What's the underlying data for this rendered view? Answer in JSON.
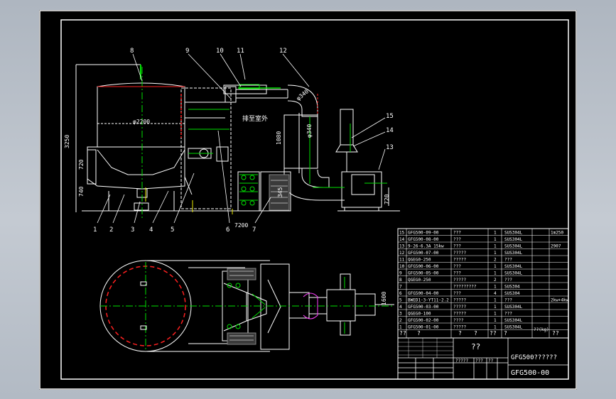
{
  "drawing": {
    "part_labels": [
      "8",
      "9",
      "10",
      "11",
      "12",
      "15",
      "14",
      "13",
      "1",
      "2",
      "3",
      "4",
      "5",
      "6",
      "7"
    ],
    "dimensions": {
      "vessel_dia": "φ2200",
      "height_total": "3250",
      "height_mid": "720",
      "height_low": "740",
      "duct_len": "1080",
      "pipe_dia": "φ340",
      "pipe_dia2": "φ340",
      "duct_right": "345",
      "floor_len": "7200",
      "fan_h": "720",
      "plan_w": "1600"
    },
    "exhaust_note": "排至室外"
  },
  "parts_list": {
    "rows": [
      {
        "no": "15",
        "code": "GFG500-09-00",
        "name": "???",
        "qty": "1",
        "mat": "SUS304L",
        "note": "1m250"
      },
      {
        "no": "14",
        "code": "GFG500-08-00",
        "name": "???",
        "qty": "1",
        "mat": "SUS304L",
        "note": ""
      },
      {
        "no": "13",
        "code": "9-26-6.3A 15kw",
        "name": "???",
        "qty": "1",
        "mat": "SUS304L",
        "note": "2907"
      },
      {
        "no": "12",
        "code": "GFG500-07-00",
        "name": "?????",
        "qty": "1",
        "mat": "SUS304L",
        "note": ""
      },
      {
        "no": "11",
        "code": "QGEG0-250",
        "name": "?????",
        "qty": "2",
        "mat": "???",
        "note": ""
      },
      {
        "no": "10",
        "code": "GFG500-06-00",
        "name": "???",
        "qty": "1",
        "mat": "SUS304L",
        "note": ""
      },
      {
        "no": "9",
        "code": "GFG500-05-00",
        "name": "???",
        "qty": "1",
        "mat": "SUS304L",
        "note": ""
      },
      {
        "no": "8",
        "code": "QGEG0-250",
        "name": "?????",
        "qty": "2",
        "mat": "???",
        "note": ""
      },
      {
        "no": "7",
        "code": "",
        "name": "?????????",
        "qty": "1",
        "mat": "SUS304",
        "note": ""
      },
      {
        "no": "6",
        "code": "GFG500-04-00",
        "name": "???",
        "qty": "4",
        "mat": "SUS304",
        "note": ""
      },
      {
        "no": "5",
        "code": "BWED1-3-YT11-2.2",
        "name": "?????",
        "qty": "1",
        "mat": "???",
        "note": "2kw+4kw"
      },
      {
        "no": "4",
        "code": "GFG500-03-00",
        "name": "?????",
        "qty": "1",
        "mat": "SUS304L",
        "note": ""
      },
      {
        "no": "3",
        "code": "QGEG0-100",
        "name": "?????",
        "qty": "1",
        "mat": "???",
        "note": ""
      },
      {
        "no": "2",
        "code": "GFG500-02-00",
        "name": "????",
        "qty": "1",
        "mat": "SUS304L",
        "note": ""
      },
      {
        "no": "1",
        "code": "GFG500-01-00",
        "name": "?????",
        "qty": "1",
        "mat": "SUS304L",
        "note": ""
      }
    ],
    "header": [
      "??",
      "?",
      "?",
      "?",
      "??",
      "?",
      "??"
    ],
    "weight_note": "??(kg)"
  },
  "title_block": {
    "big": "??",
    "name": "GFG500??????",
    "code": "GFG500-00",
    "small": [
      "?????",
      "???",
      "??"
    ]
  },
  "colors": {
    "frame": "#ffffff",
    "green": "#00e000",
    "red": "#ff2020",
    "yellow": "#e8e800",
    "magenta": "#ff40ff",
    "cyan": "#00e0e0"
  }
}
